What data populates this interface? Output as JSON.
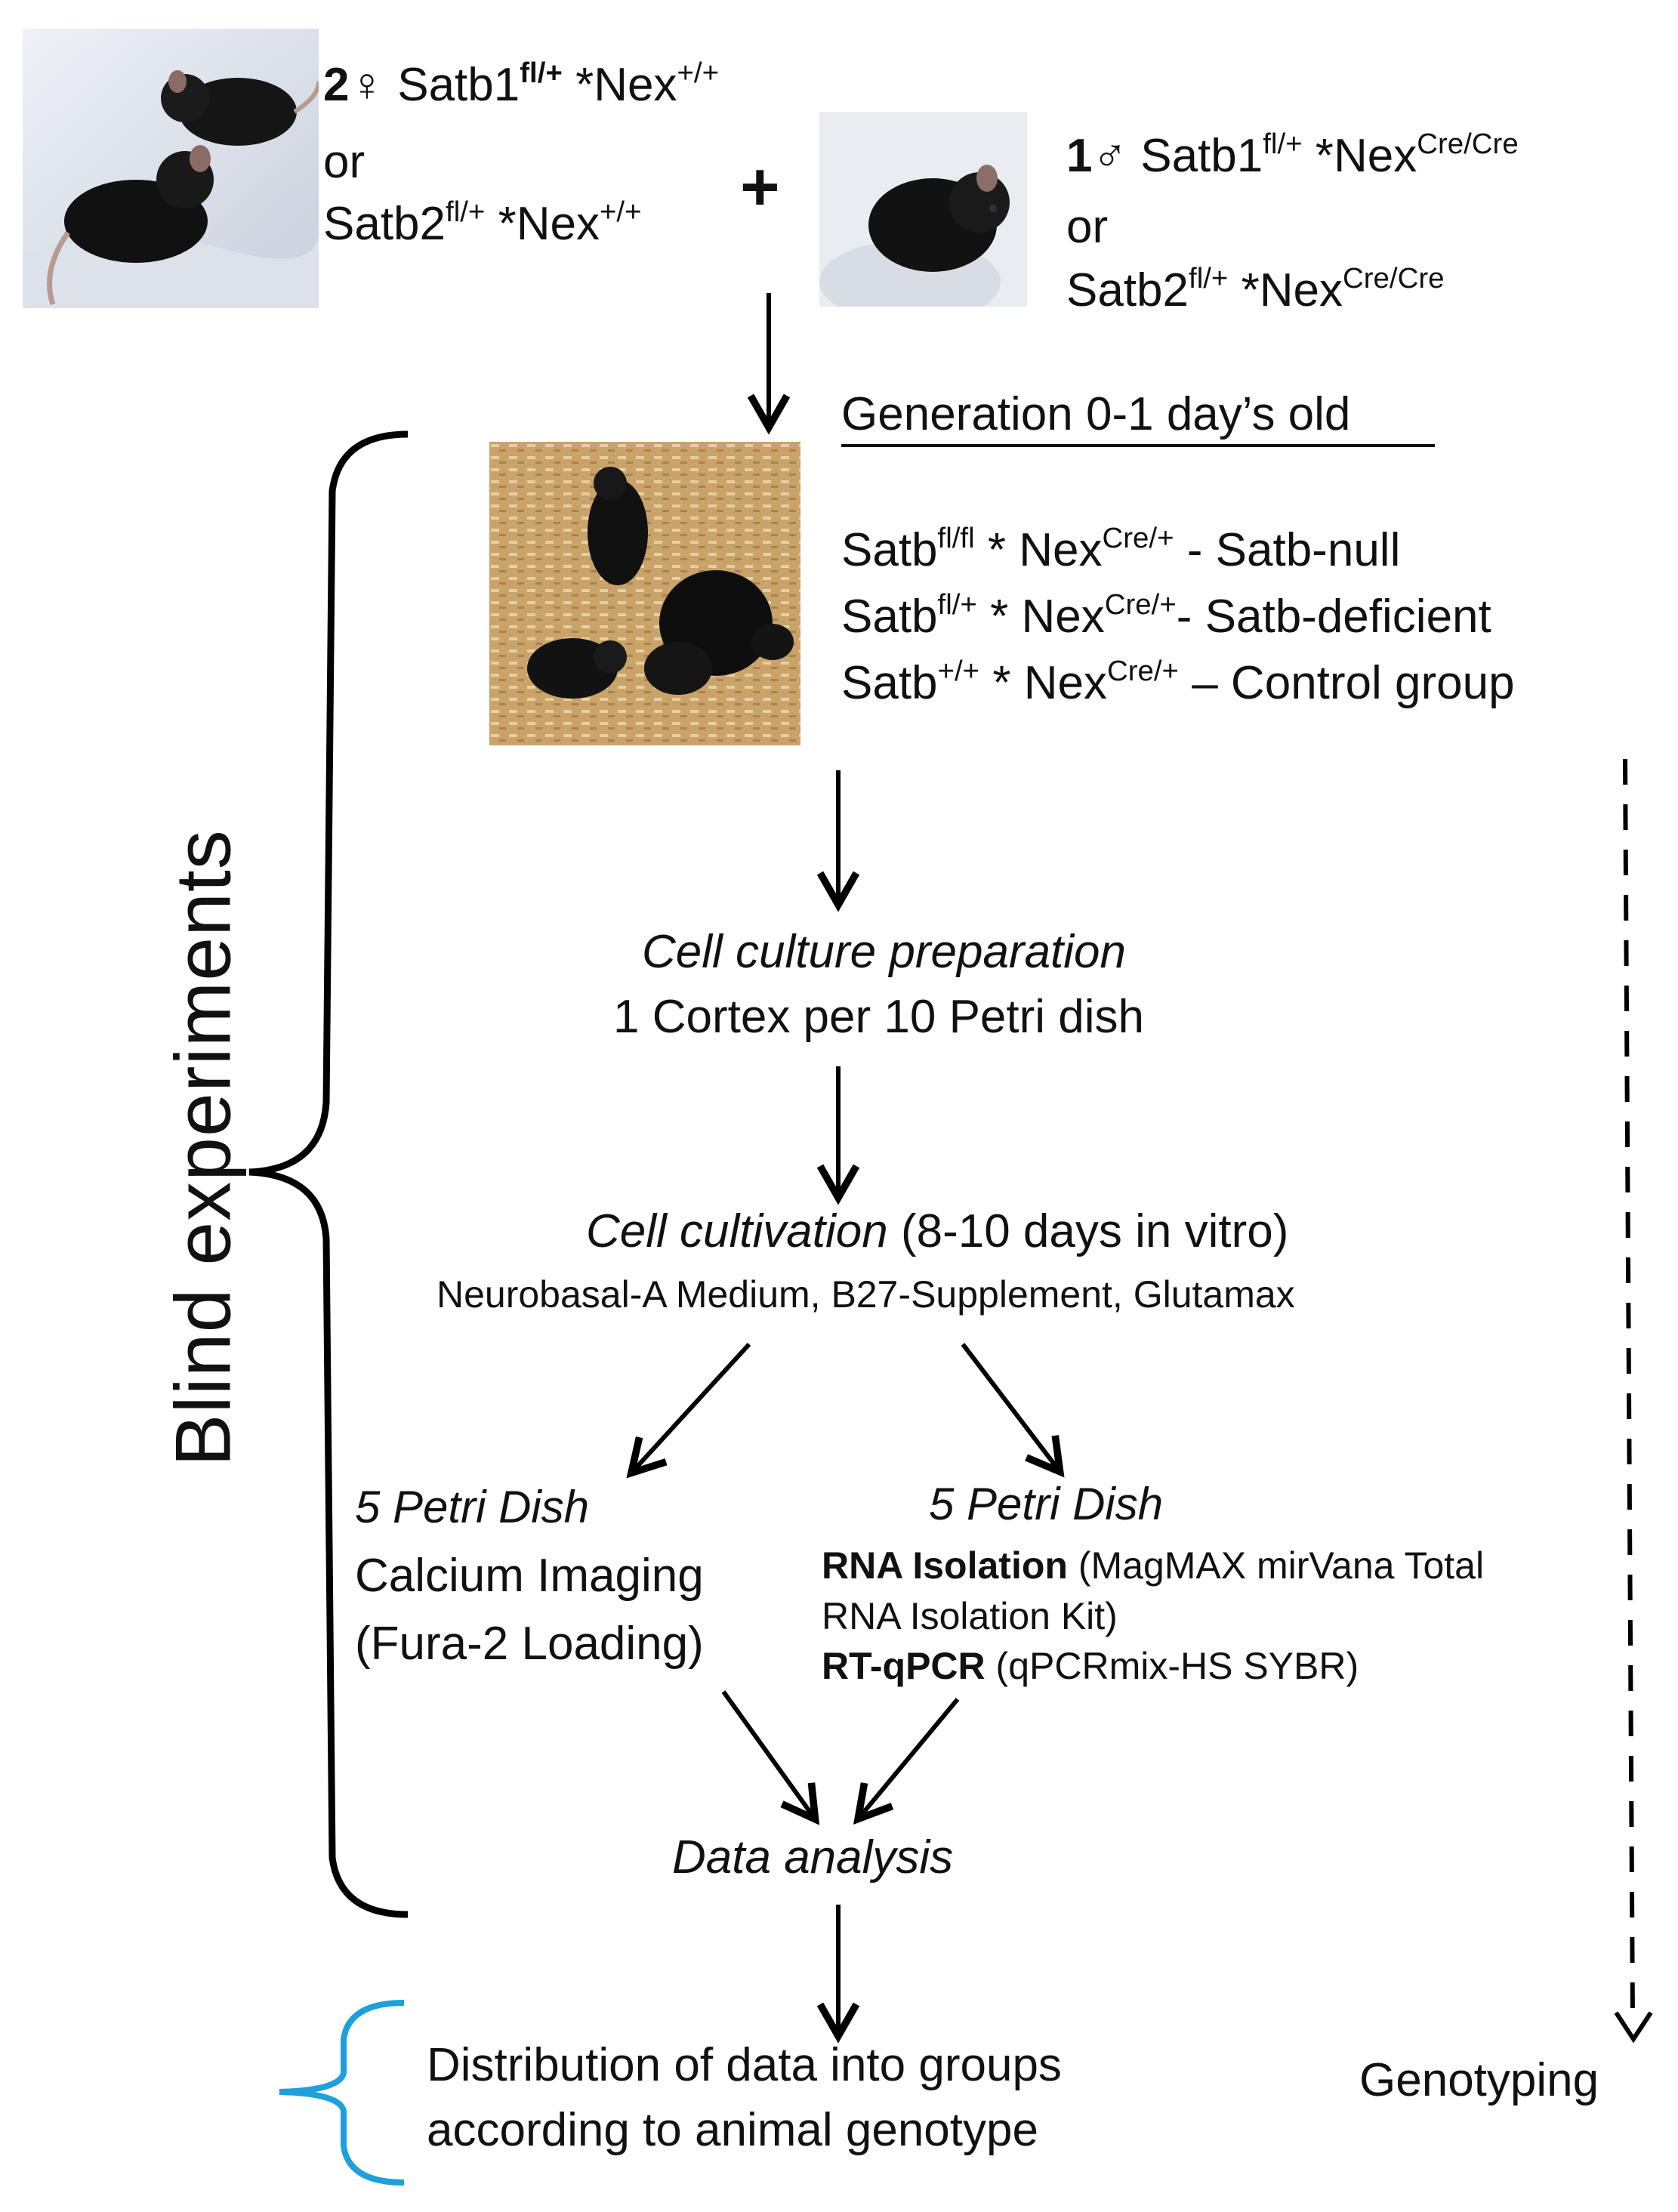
{
  "parents": {
    "female": {
      "count": "2",
      "symbol": "♀",
      "line1_gene": "Satb1",
      "line1_allele": "fl/+",
      "line1_sep": " *",
      "line1_driver": "Nex",
      "line1_driver_allele": "+/+",
      "or": "or",
      "line2_gene": "Satb2",
      "line2_allele": "fl/+",
      "line2_sep": " *",
      "line2_driver": "Nex",
      "line2_driver_allele": "+/+"
    },
    "plus": "+",
    "male": {
      "count": "1",
      "symbol": "♂",
      "line1_gene": "Satb1",
      "line1_allele": "fl/+",
      "line1_sep": " *",
      "line1_driver": "Nex",
      "line1_driver_allele": "Cre/Cre",
      "or": "or",
      "line2_gene": "Satb2",
      "line2_allele": "fl/+",
      "line2_sep": " *",
      "line2_driver": "Nex",
      "line2_driver_allele": "Cre/Cre"
    }
  },
  "generation": {
    "title": "Generation 0-1 day’s old",
    "rows": [
      {
        "gene": "Satb",
        "allele": "fl/fl",
        "sep": " * ",
        "driver": "Nex",
        "driver_allele": "Cre/+",
        "label": " - Satb-null"
      },
      {
        "gene": "Satb",
        "allele": "fl/+",
        "sep": " * ",
        "driver": "Nex",
        "driver_allele": "Cre/+",
        "label": "- Satb-deficient"
      },
      {
        "gene": "Satb",
        "allele": "+/+",
        "sep": " * ",
        "driver": "Nex",
        "driver_allele": "Cre/+",
        "label": " – Control group"
      }
    ]
  },
  "culture_prep": {
    "title": "Cell culture preparation",
    "detail": "1 Cortex per 10 Petri dish"
  },
  "cultivation": {
    "title": "Cell cultivation",
    "title_note": " (8-10 days in vitro)",
    "medium": "Neurobasal-A Medium, B27-Supplement, Glutamax"
  },
  "branch_left": {
    "title": "5 Petri Dish",
    "line1": "Calcium Imaging",
    "line2": "(Fura-2 Loading)"
  },
  "branch_right": {
    "title": "5 Petri Dish",
    "rna_bold": "RNA Isolation",
    "rna_rest": " (MagMAX mirVana Total",
    "rna_line2": "RNA Isolation Kit)",
    "pcr_bold": "RT-qPCR",
    "pcr_rest": " (qPCRmix-HS SYBR)"
  },
  "analysis": "Data analysis",
  "distribution": {
    "line1": "Distribution of data into groups",
    "line2": "according to animal genotype"
  },
  "genotyping": "Genotyping",
  "blind": "Blind experiments",
  "colors": {
    "text": "#111111",
    "arrow": "#000000",
    "blue_bracket": "#1ea0dc"
  }
}
